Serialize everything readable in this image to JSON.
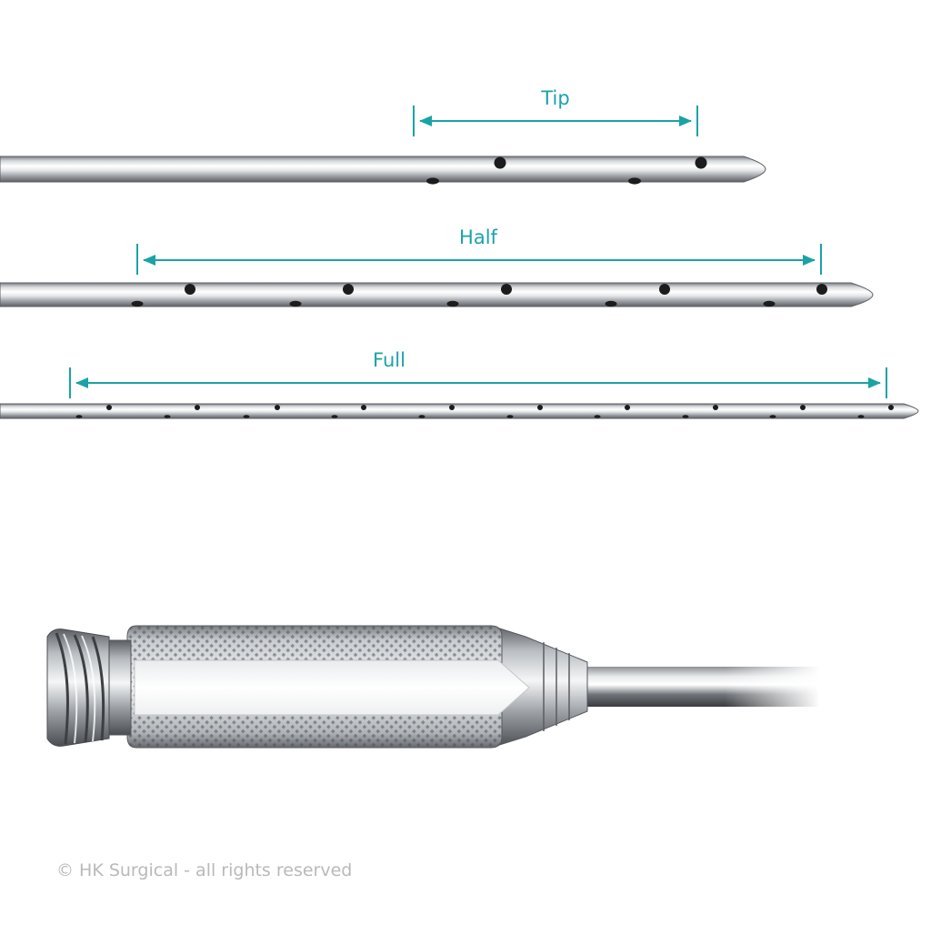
{
  "labels": {
    "tip": "Tip",
    "half": "Half",
    "full": "Full"
  },
  "copyright": "© HK Surgical - all rights reserved",
  "colors": {
    "accent": "#1aa3a6",
    "steel_dark": "#6f7378",
    "steel_light": "#f4f5f6",
    "hole": "#1c1c1c",
    "copyright": "#b9b9b9"
  },
  "cannulas": [
    {
      "name": "tip",
      "label_key": "tip"
    },
    {
      "name": "half",
      "label_key": "half"
    },
    {
      "name": "full",
      "label_key": "full"
    }
  ]
}
